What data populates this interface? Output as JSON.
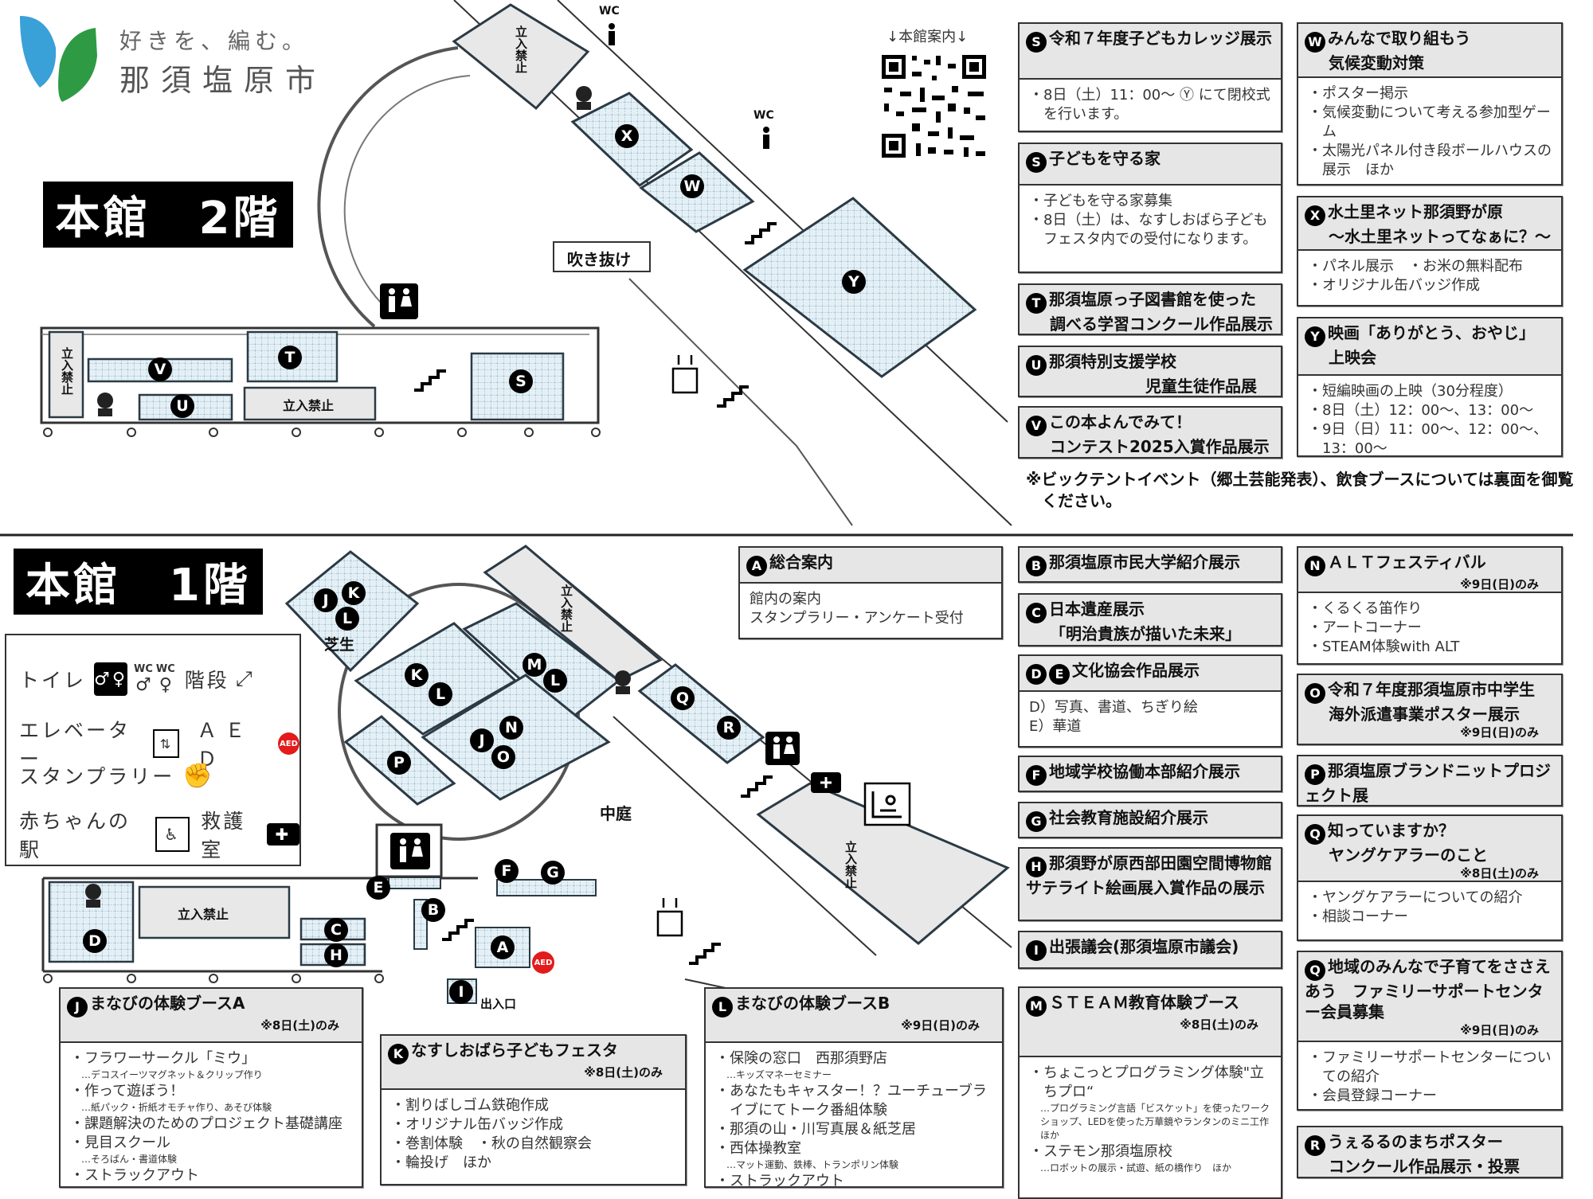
{
  "logo": {
    "tagline": "好きを、編む。",
    "city": "那須塩原市"
  },
  "floor2": {
    "title": "本館　2階"
  },
  "floor1": {
    "title": "本館　1階"
  },
  "qr": {
    "label": "↓本館案内↓"
  },
  "map_labels": {
    "no_entry": "立入禁止",
    "fukinuke": "吹き抜け",
    "nakaniwa": "中庭",
    "shibafu": "芝生",
    "entrance": "出入口",
    "wc": "WC",
    "aed": "AED"
  },
  "markers": {
    "f2": [
      "V",
      "T",
      "U",
      "S",
      "X",
      "W",
      "Y"
    ],
    "f1": [
      "J",
      "K",
      "L",
      "K",
      "L",
      "M",
      "L",
      "J",
      "N",
      "O",
      "P",
      "Q",
      "R",
      "D",
      "C",
      "H",
      "E",
      "B",
      "F",
      "G",
      "A",
      "I"
    ]
  },
  "legend": {
    "toilet": "トイレ",
    "wc_men": "WC",
    "wc_women": "WC",
    "stairs": "階段",
    "elevator": "エレベーター",
    "aed": "ＡＥＤ",
    "aed_badge": "AED",
    "stamp_rally": "スタンプラリー",
    "baby_station": "赤ちゃんの駅",
    "first_aid": "救護室"
  },
  "footnote": "※ビックテントイベント（郷土芸能発表）、飲食ブースについては裏面を御覧ください。",
  "boxes": [
    {
      "badges": [
        "S"
      ],
      "title": [
        "令和７年度子どもカレッジ展示"
      ],
      "items": [
        "・8日（土）11：00～ Ⓨ にて閉校式を行います。"
      ]
    },
    {
      "badges": [
        "S"
      ],
      "title": [
        "子どもを守る家"
      ],
      "items": [
        "・子どもを守る家募集",
        "・8日（土）は、なすしおばら子どもフェスタ内での受付になります。"
      ]
    },
    {
      "badges": [
        "T"
      ],
      "title": [
        "那須塩原っ子図書館を使った",
        "調べる学習コンクール作品展示"
      ]
    },
    {
      "badges": [
        "U"
      ],
      "title": [
        "那須特別支援学校",
        "　　　　　　児童生徒作品展"
      ]
    },
    {
      "badges": [
        "V"
      ],
      "title": [
        "この本よんでみて！",
        "コンテスト2025入賞作品展示"
      ]
    },
    {
      "badges": [
        "W"
      ],
      "title": [
        "みんなで取り組もう",
        "気候変動対策"
      ],
      "items": [
        "・ポスター掲示",
        "・気候変動について考える参加型ゲーム",
        "・太陽光パネル付き段ボールハウスの展示　ほか"
      ]
    },
    {
      "badges": [
        "X"
      ],
      "title": [
        "水土里ネット那須野が原",
        "～水土里ネットってなぁに？～"
      ],
      "items": [
        "・パネル展示　・お米の無料配布",
        "・オリジナル缶バッジ作成"
      ]
    },
    {
      "badges": [
        "Y"
      ],
      "title": [
        "映画「ありがとう、おやじ」",
        "上映会"
      ],
      "items": [
        "・短編映画の上映（30分程度）",
        "・8日（土）12：00～、13：00～",
        "・9日（日）11：00～、12：00～、13：00～"
      ]
    },
    {
      "badges": [
        "A"
      ],
      "title": [
        "総合案内"
      ],
      "items": [
        "館内の案内",
        "スタンプラリー・アンケート受付"
      ]
    },
    {
      "badges": [
        "B"
      ],
      "title": [
        "那須塩原市民大学紹介展示"
      ]
    },
    {
      "badges": [
        "C"
      ],
      "title": [
        "日本遺産展示",
        "「明治貴族が描いた未来」"
      ]
    },
    {
      "badges": [
        "D",
        "E"
      ],
      "title": [
        "文化協会作品展示"
      ],
      "items": [
        "D）写真、書道、ちぎり絵",
        "E）華道"
      ]
    },
    {
      "badges": [
        "F"
      ],
      "title": [
        "地域学校協働本部紹介展示"
      ]
    },
    {
      "badges": [
        "G"
      ],
      "title": [
        "社会教育施設紹介展示"
      ]
    },
    {
      "badges": [
        "H"
      ],
      "title": [
        "那須野が原西部田園空間博物館　サテライト絵画展入賞作品の展示"
      ]
    },
    {
      "badges": [
        "I"
      ],
      "title": [
        "出張議会(那須塩原市議会)"
      ]
    },
    {
      "badges": [
        "M"
      ],
      "title": [
        "ＳＴＥＡＭ教育体験ブース"
      ],
      "note": "※8日(土)のみ",
      "items": [
        "・ちょこっとプログラミング体験\"立ちプロ“",
        "…プログラミング言語「ビスケット」を使ったワークショップ、LEDを使った万華鏡やランタンのミニ工作　ほか",
        "・ステモン那須塩原校",
        "…ロボットの展示・試遊、紙の橋作り　ほか"
      ]
    },
    {
      "badges": [
        "N"
      ],
      "title": [
        "ＡＬＴフェスティバル"
      ],
      "note": "※9日(日)のみ",
      "items": [
        "・くるくる笛作り",
        "・アートコーナー",
        "・STEAM体験with ALT"
      ]
    },
    {
      "badges": [
        "O"
      ],
      "title": [
        "令和７年度那須塩原市中学生",
        "海外派遣事業ポスター展示"
      ],
      "note": "※9日(日)のみ"
    },
    {
      "badges": [
        "P"
      ],
      "title": [
        "那須塩原ブランドニットプロジェクト展"
      ]
    },
    {
      "badges": [
        "Q"
      ],
      "title": [
        "知っていますか？",
        "ヤングケアラーのこと"
      ],
      "note": "※8日(土)のみ",
      "items": [
        "・ヤングケアラーについての紹介",
        "・相談コーナー"
      ]
    },
    {
      "badges": [
        "Q"
      ],
      "title": [
        "地域のみんなで子育てをささえあう　ファミリーサポートセンター会員募集"
      ],
      "note": "※9日(日)のみ",
      "items": [
        "・ファミリーサポートセンターについての紹介",
        "・会員登録コーナー"
      ]
    },
    {
      "badges": [
        "R"
      ],
      "title": [
        "うぇるるのまちポスター",
        "コンクール作品展示・投票"
      ]
    },
    {
      "badges": [
        "J"
      ],
      "title": [
        "まなびの体験ブースA"
      ],
      "note": "※8日(土)のみ",
      "items": [
        "・フラワーサークル「ミウ」",
        "…デコスイーツマグネット＆クリップ作り",
        "・作って遊ぼう！",
        "…紙パック・折紙オモチャ作り、あそび体験",
        "・課題解決のためのプロジェクト基礎講座",
        "・見目スクール",
        "…そろばん・書道体験",
        "・ストラックアウト"
      ]
    },
    {
      "badges": [
        "K"
      ],
      "title": [
        "なすしおばら子どもフェスタ"
      ],
      "note": "※8日(土)のみ",
      "items": [
        "・割りばしゴム鉄砲作成",
        "・オリジナル缶バッジ作成",
        "・巻割体験　・秋の自然観察会",
        "・輪投げ　ほか"
      ]
    },
    {
      "badges": [
        "L"
      ],
      "title": [
        "まなびの体験ブースB"
      ],
      "note": "※9日(日)のみ",
      "items": [
        "・保険の窓口　西那須野店",
        "…キッズマネーセミナー",
        "・あなたもキャスター！？ユーチューブライブにてトーク番組体験",
        "・那須の山・川写真展＆紙芝居",
        "・西体操教室",
        "…マット運動、鉄棒、トランポリン体験",
        "・ストラックアウト"
      ]
    }
  ],
  "colors": {
    "hatch": "#d8e8f0",
    "aed": "#e31b1b",
    "logo_blue": "#3aa0d8",
    "logo_green": "#2e9a44",
    "box_header": "#e6e6e6"
  }
}
